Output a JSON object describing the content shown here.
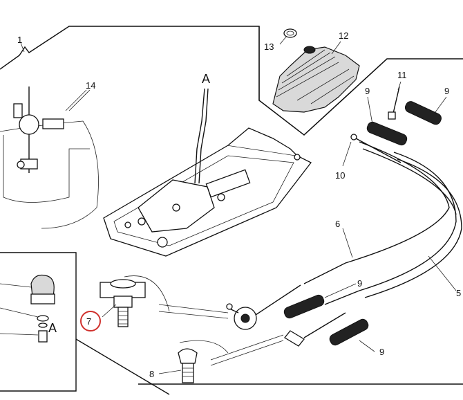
{
  "callouts": {
    "c1": "1",
    "c5": "5",
    "c6": "6",
    "c7": "7",
    "c8": "8",
    "c9": "9",
    "c10": "10",
    "c11": "11",
    "c12": "12",
    "c13": "13",
    "c14": "14"
  },
  "view_marker": "A",
  "highlight": {
    "part": "7",
    "color": "#d0312d"
  }
}
